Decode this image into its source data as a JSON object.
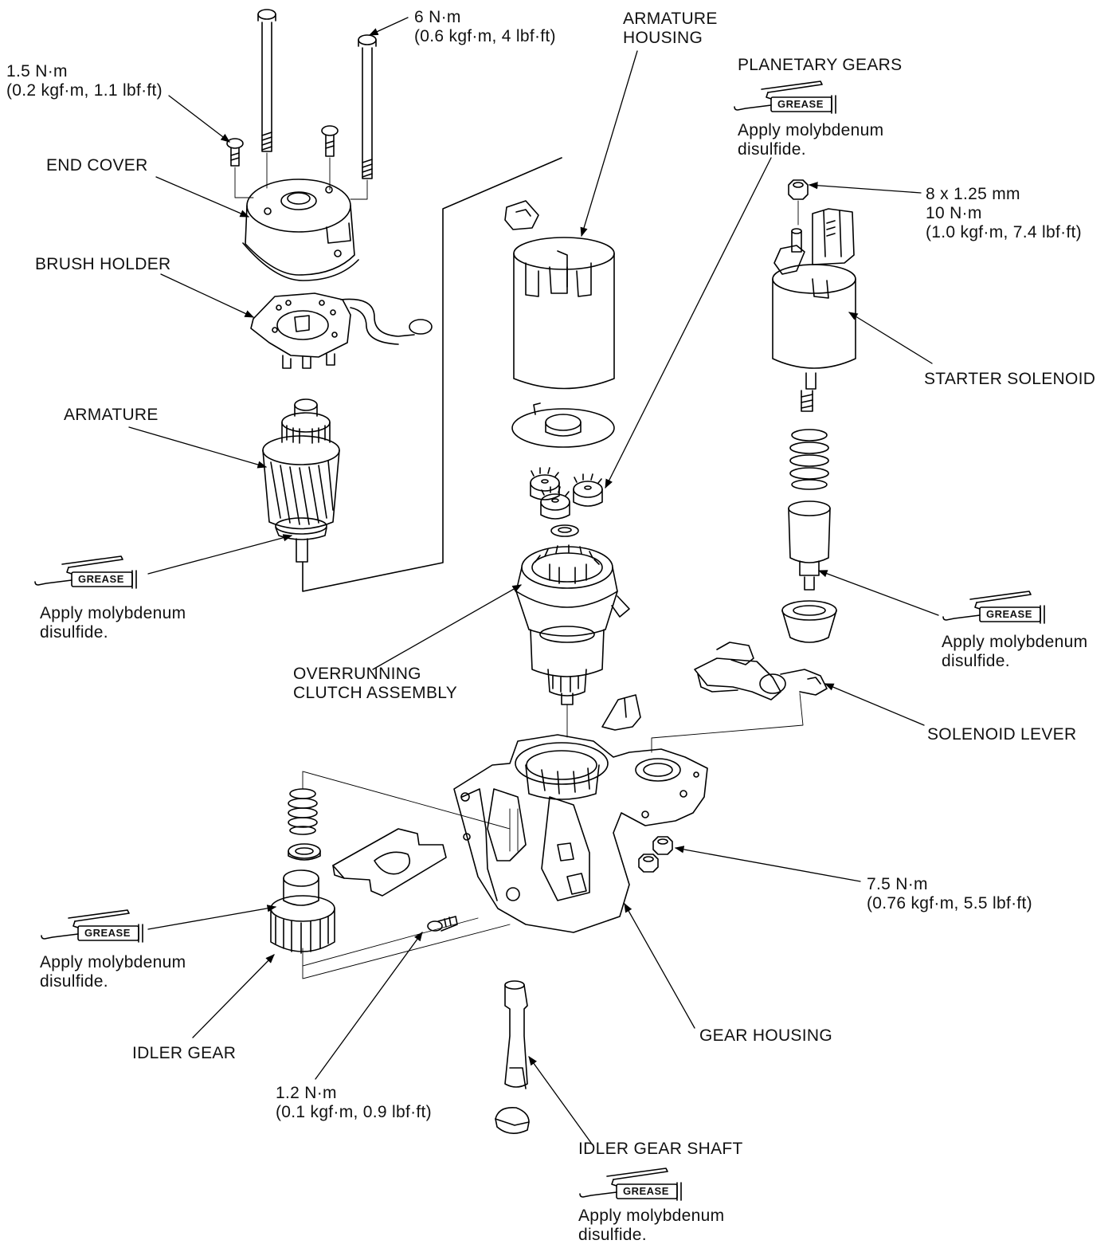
{
  "labels": {
    "bolt_torque_top": [
      "6 N·m",
      "(0.6 kgf·m, 4 lbf·ft)"
    ],
    "screw_torque_end_cover": [
      "1.5 N·m",
      "(0.2 kgf·m, 1.1 lbf·ft)"
    ],
    "end_cover": "END COVER",
    "brush_holder": "BRUSH HOLDER",
    "armature": "ARMATURE",
    "armature_housing": [
      "ARMATURE",
      "HOUSING"
    ],
    "planetary_gears": "PLANETARY GEARS",
    "solenoid_nut_torque": [
      "8 x 1.25 mm",
      "10 N·m",
      "(1.0 kgf·m, 7.4 lbf·ft)"
    ],
    "starter_solenoid": "STARTER SOLENOID",
    "overrunning_clutch": [
      "OVERRUNNING",
      "CLUTCH ASSEMBLY"
    ],
    "solenoid_lever": "SOLENOID LEVER",
    "nut_torque_gear_housing": [
      "7.5 N·m",
      "(0.76 kgf·m, 5.5 lbf·ft)"
    ],
    "gear_housing": "GEAR HOUSING",
    "idler_gear": "IDLER GEAR",
    "screw_torque_idler": [
      "1.2 N·m",
      "(0.1 kgf·m, 0.9 lbf·ft)"
    ],
    "idler_gear_shaft": "IDLER GEAR SHAFT"
  },
  "grease_notes": [
    {
      "badge": "GREASE",
      "text": [
        "Apply molybdenum",
        "disulfide."
      ]
    },
    {
      "badge": "GREASE",
      "text": [
        "Apply molybdenum",
        "disulfide."
      ]
    },
    {
      "badge": "GREASE",
      "text": [
        "Apply molybdenum",
        "disulfide."
      ]
    },
    {
      "badge": "GREASE",
      "text": [
        "Apply molybdenum",
        "disulfide."
      ]
    },
    {
      "badge": "GREASE",
      "text": [
        "Apply molybdenum",
        "disulfide."
      ]
    }
  ]
}
